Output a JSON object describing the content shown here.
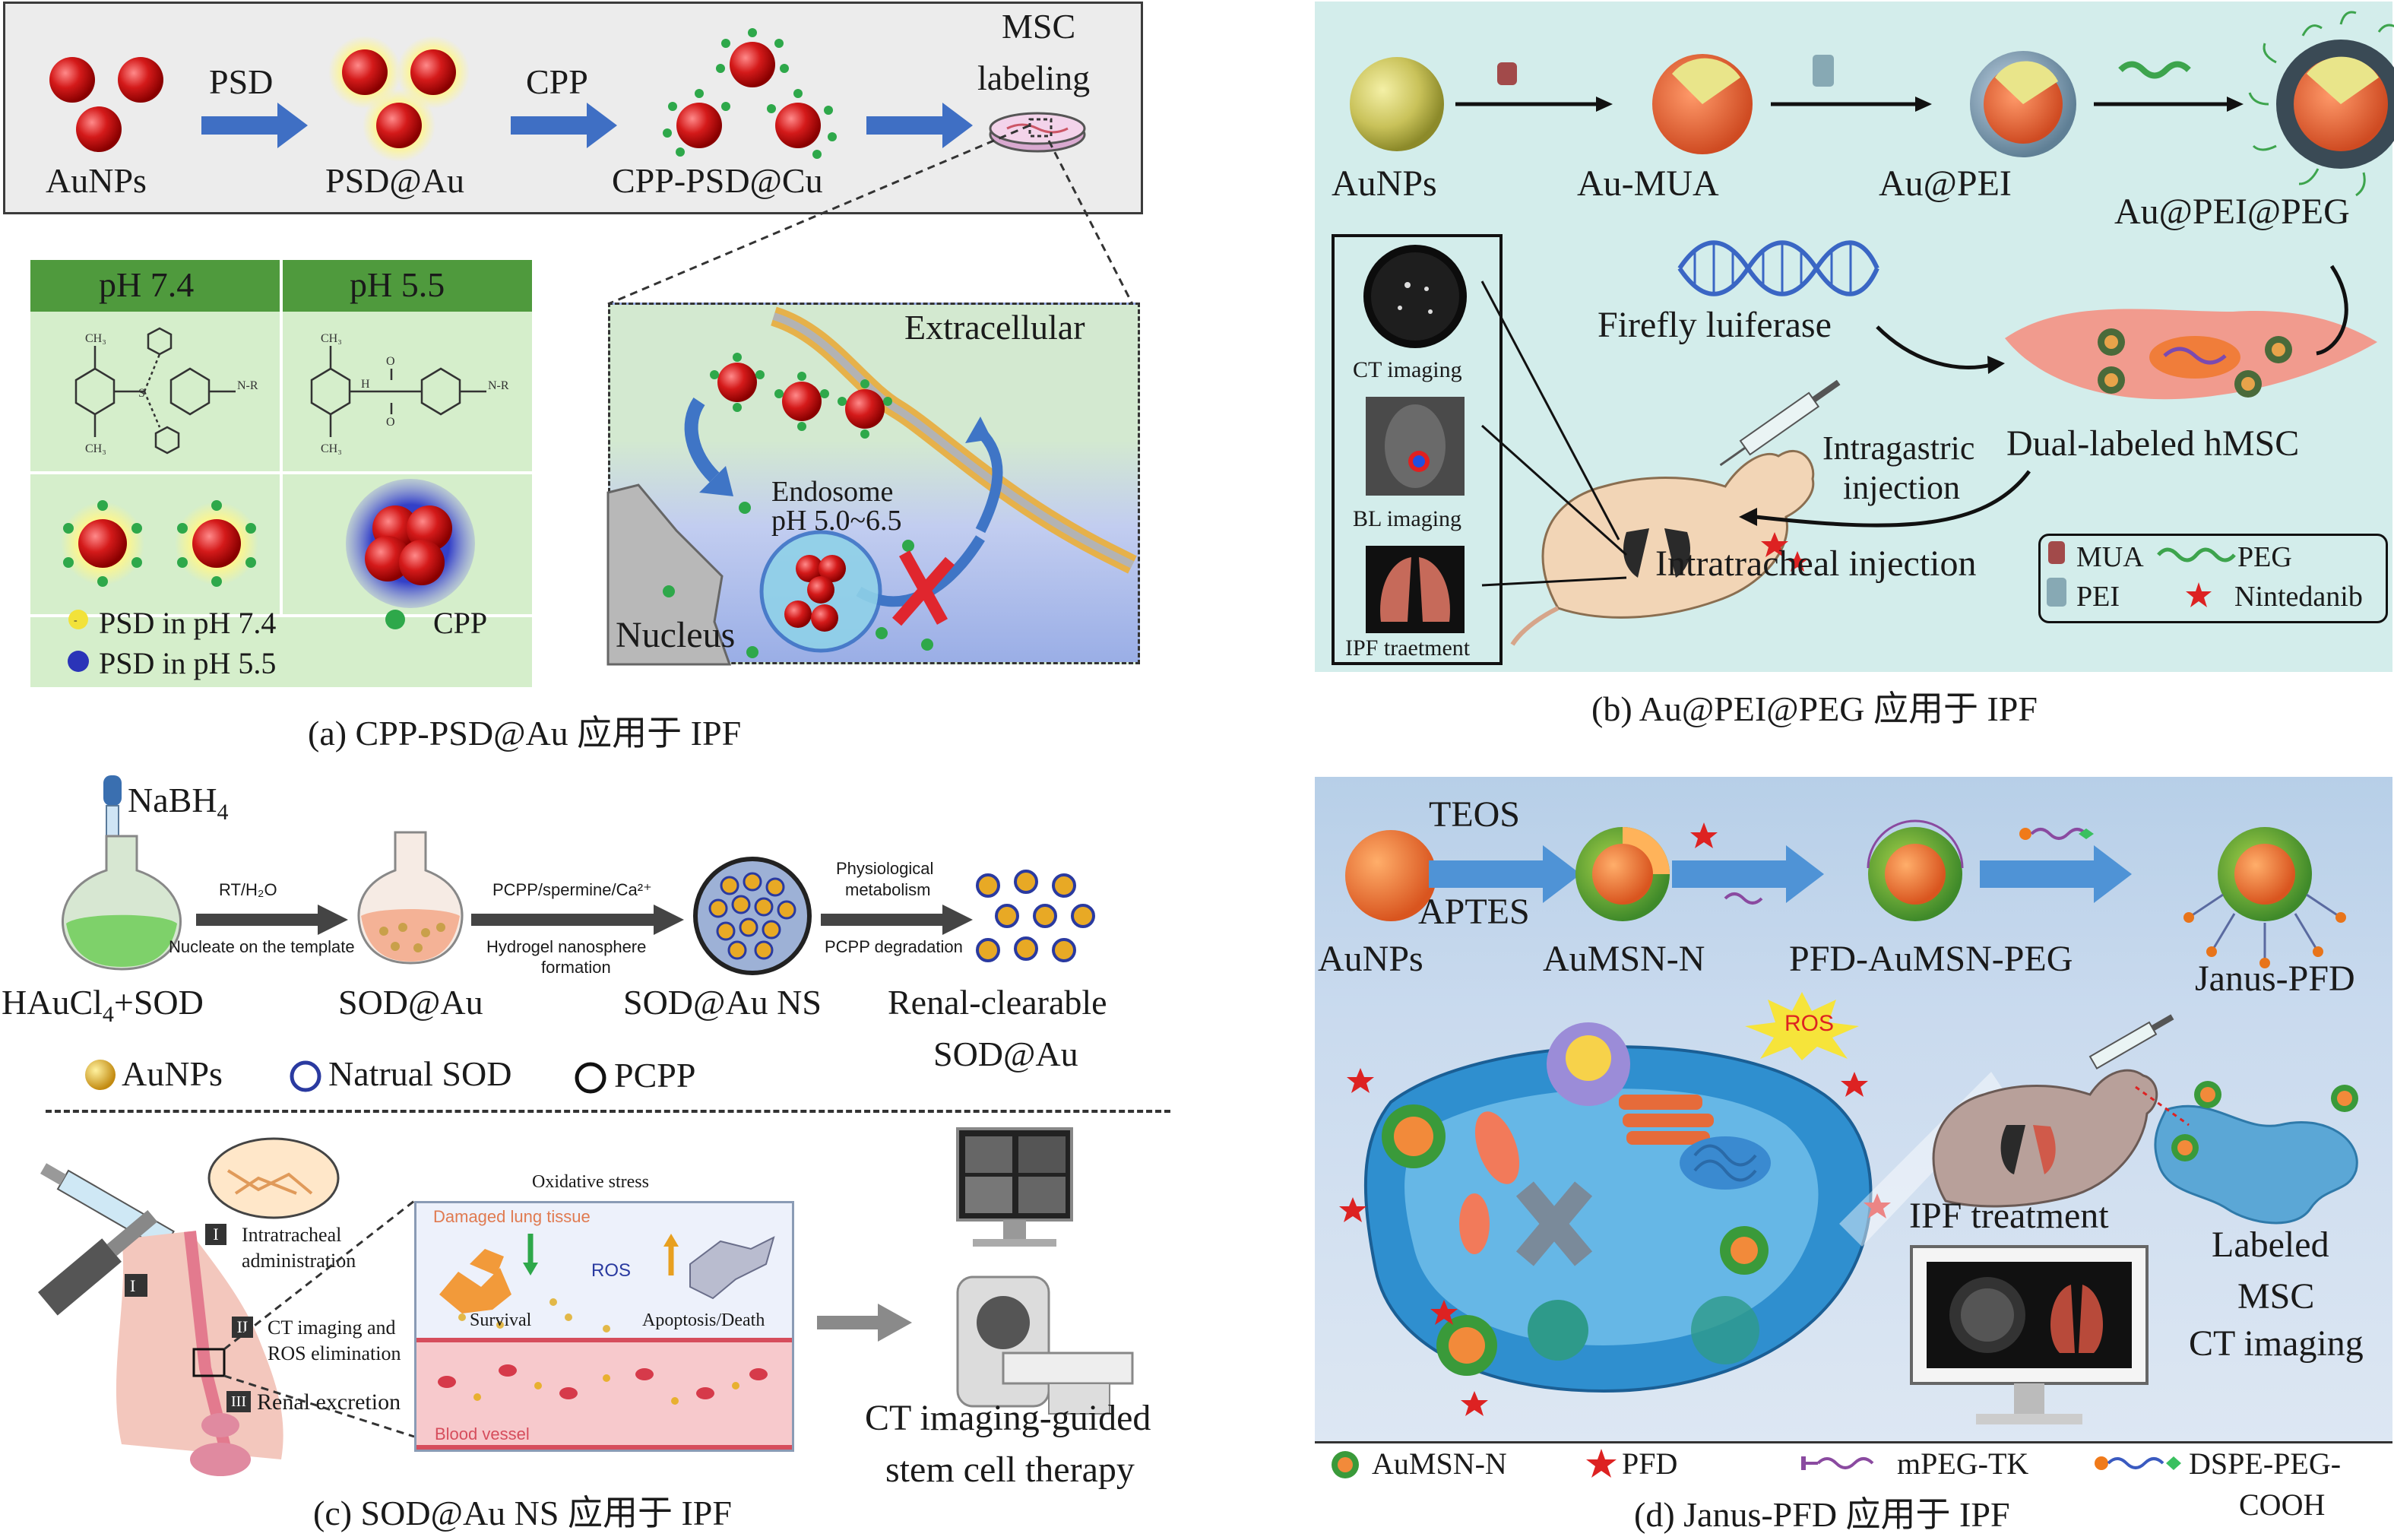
{
  "panel_a": {
    "caption": "(a) CPP-PSD@Au 应用于 IPF",
    "top": {
      "aunps": "AuNPs",
      "arrow1": "PSD",
      "psd_au": "PSD@Au",
      "arrow2": "CPP",
      "cpp_psd": "CPP-PSD@Cu",
      "msc_line1": "MSC",
      "msc_line2": "labeling"
    },
    "ph_table": {
      "col1": "pH 7.4",
      "col2": "pH 5.5",
      "legend_psd74": "PSD in pH 7.4",
      "legend_cpp": "CPP",
      "legend_psd55": "PSD in pH 5.5"
    },
    "cell": {
      "extracellular": "Extracellular",
      "endosome": "Endosome",
      "endosome_ph": "pH 5.0~6.5",
      "nucleus": "Nucleus"
    }
  },
  "panel_b": {
    "caption": "(b) Au@PEI@PEG 应用于 IPF",
    "steps": [
      "AuNPs",
      "Au-MUA",
      "Au@PEI",
      "Au@PEI@PEG"
    ],
    "firefly": "Firefly luiferase",
    "dual": "Dual-labeled hMSC",
    "intragastric_1": "Intragastric",
    "intragastric_2": "injection",
    "intratracheal": "Intratracheal injection",
    "imaging": [
      "CT imaging",
      "BL imaging",
      "IPF traetment"
    ],
    "legend": {
      "mua": "MUA",
      "peg": "PEG",
      "pei": "PEI",
      "nintedanib": "Nintedanib"
    }
  },
  "panel_c": {
    "caption": "(c) SOD@Au NS 应用于 IPF",
    "nabh4": "NaBH",
    "nabh4_sub": "4",
    "haucl": "HAuCl",
    "haucl_sub": "4",
    "haucl_tail": "+SOD",
    "sod_au": "SOD@Au",
    "sod_au_ns": "SOD@Au NS",
    "renal_1": "Renal-clearable",
    "renal_2": "SOD@Au",
    "arrow1_top": "RT/H₂O",
    "arrow1_bottom": "Nucleate on the template",
    "arrow2_top": "PCPP/spermine/Ca²⁺",
    "arrow2_bottom_1": "Hydrogel nanosphere",
    "arrow2_bottom_2": "formation",
    "arrow3_top_1": "Physiological",
    "arrow3_top_2": "metabolism",
    "arrow3_bottom": "PCPP degradation",
    "legend": {
      "aunps": "AuNPs",
      "sod": "Natrual SOD",
      "pcpp": "PCPP"
    },
    "oxidative": "Oxidative stress",
    "damaged": "Damaged lung tissue",
    "ros": "ROS",
    "survival": "Survival",
    "apoptosis": "Apoptosis/Death",
    "blood": "Blood vessel",
    "steps": [
      {
        "num": "I",
        "line1": "Intratracheal",
        "line2": "administration"
      },
      {
        "num": "II",
        "line1": "CT imaging and",
        "line2": "ROS elimination"
      },
      {
        "num": "III",
        "line1": "Renal excretion",
        "line2": ""
      }
    ],
    "ct_1": "CT imaging-guided",
    "ct_2": "stem cell therapy"
  },
  "panel_d": {
    "caption": "(d) Janus-PFD 应用于 IPF",
    "teos": "TEOS",
    "aptes": "APTES",
    "steps": [
      "AuNPs",
      "AuMSN-N",
      "PFD-AuMSN-PEG",
      "Janus-PFD"
    ],
    "ros": "ROS",
    "ipf": "IPF treatment",
    "labeled": [
      "Labeled",
      "MSC",
      "CT imaging"
    ],
    "legend": {
      "aumsn": "AuMSN-N",
      "pfd": "PFD",
      "mpeg": "mPEG-TK",
      "dspe_1": "DSPE-PEG-",
      "dspe_2": "COOH"
    }
  }
}
